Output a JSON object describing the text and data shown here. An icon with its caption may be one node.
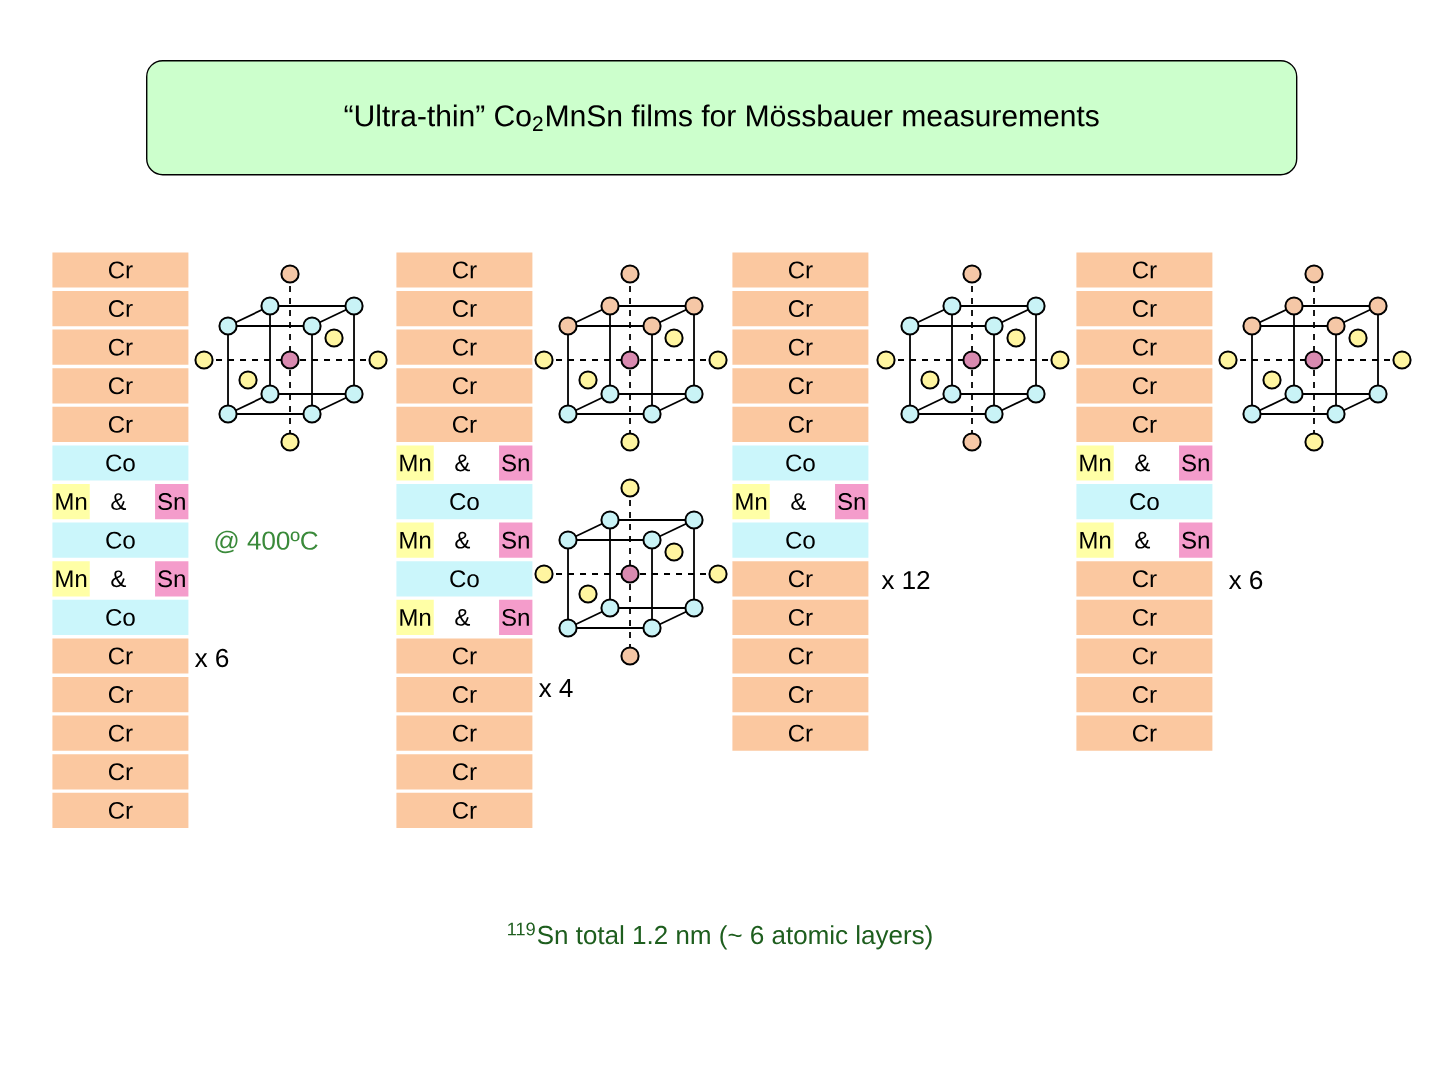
{
  "diagram": {
    "title": "“Ultra-thin” Co$_{2}$MnSn films for Mössbauer measurements",
    "nodes": [
      {
        "text": [
          "Cr"
        ]
      },
      {
        "text": [
          "Cr"
        ]
      },
      {
        "text": [
          "Cr"
        ]
      },
      {
        "text": [
          "Cr"
        ]
      },
      {
        "text": [
          "Cr"
        ]
      },
      {
        "text": [
          "Co"
        ]
      },
      {
        "text": [
          "Mn",
          "&",
          "Sn"
        ]
      },
      {
        "text": [
          "Co"
        ]
      },
      {
        "text": [
          "Mn",
          "&",
          "Sn"
        ]
      },
      {
        "text": [
          "Co"
        ]
      },
      {
        "text": [
          "Cr"
        ]
      },
      {
        "text": [
          "Cr"
        ]
      },
      {
        "text": [
          "Cr"
        ]
      },
      {
        "text": [
          "Cr"
        ]
      },
      {
        "text": [
          "Cr"
        ]
      },
      {
        "text": [
          "Cr"
        ]
      },
      {
        "text": [
          "Cr"
        ]
      },
      {
        "text": [
          "Cr"
        ]
      },
      {
        "text": [
          "Cr"
        ]
      },
      {
        "text": [
          "Cr"
        ]
      },
      {
        "text": [
          "Mn",
          "&",
          "Sn"
        ]
      },
      {
        "text": [
          "Co"
        ]
      },
      {
        "text": [
          "Mn",
          "&",
          "Sn"
        ]
      },
      {
        "text": [
          "Co"
        ]
      },
      {
        "text": [
          "Mn",
          "&",
          "Sn"
        ]
      },
      {
        "text": [
          "Cr"
        ]
      },
      {
        "text": [
          "Cr"
        ]
      },
      {
        "text": [
          "Cr"
        ]
      },
      {
        "text": [
          "Cr"
        ]
      },
      {
        "text": [
          "Cr"
        ]
      },
      {
        "text": [
          "Cr"
        ]
      },
      {
        "text": [
          "Cr"
        ]
      },
      {
        "text": [
          "Cr"
        ]
      },
      {
        "text": [
          "Cr"
        ]
      },
      {
        "text": [
          "Cr"
        ]
      },
      {
        "text": [
          "Co"
        ]
      },
      {
        "text": [
          "Mn",
          "&",
          "Sn"
        ]
      },
      {
        "text": [
          "Co"
        ]
      },
      {
        "text": [
          "Cr"
        ]
      },
      {
        "text": [
          "Cr"
        ]
      },
      {
        "text": [
          "Cr"
        ]
      },
      {
        "text": [
          "Cr"
        ]
      },
      {
        "text": [
          "Cr"
        ]
      },
      {
        "text": [
          "Cr"
        ]
      },
      {
        "text": [
          "Cr"
        ]
      },
      {
        "text": [
          "Cr"
        ]
      },
      {
        "text": [
          "Cr"
        ]
      },
      {
        "text": [
          "Cr"
        ]
      },
      {
        "text": [
          "Mn",
          "&",
          "Sn"
        ]
      },
      {
        "text": [
          "Co"
        ]
      },
      {
        "text": [
          "Mn",
          "&",
          "Sn"
        ]
      },
      {
        "text": [
          "Cr"
        ]
      },
      {
        "text": [
          "Cr"
        ]
      },
      {
        "text": [
          "Cr"
        ]
      },
      {
        "text": [
          "Cr"
        ]
      },
      {
        "text": [
          "Cr"
        ]
      }
    ],
    "labels": [
      "@ 400ºC",
      "x 6",
      "x 4",
      "x 12",
      "x 6",
      "$^{119}$Sn total 1.2 nm (~ 6 atomic layers)"
    ]
  }
}
